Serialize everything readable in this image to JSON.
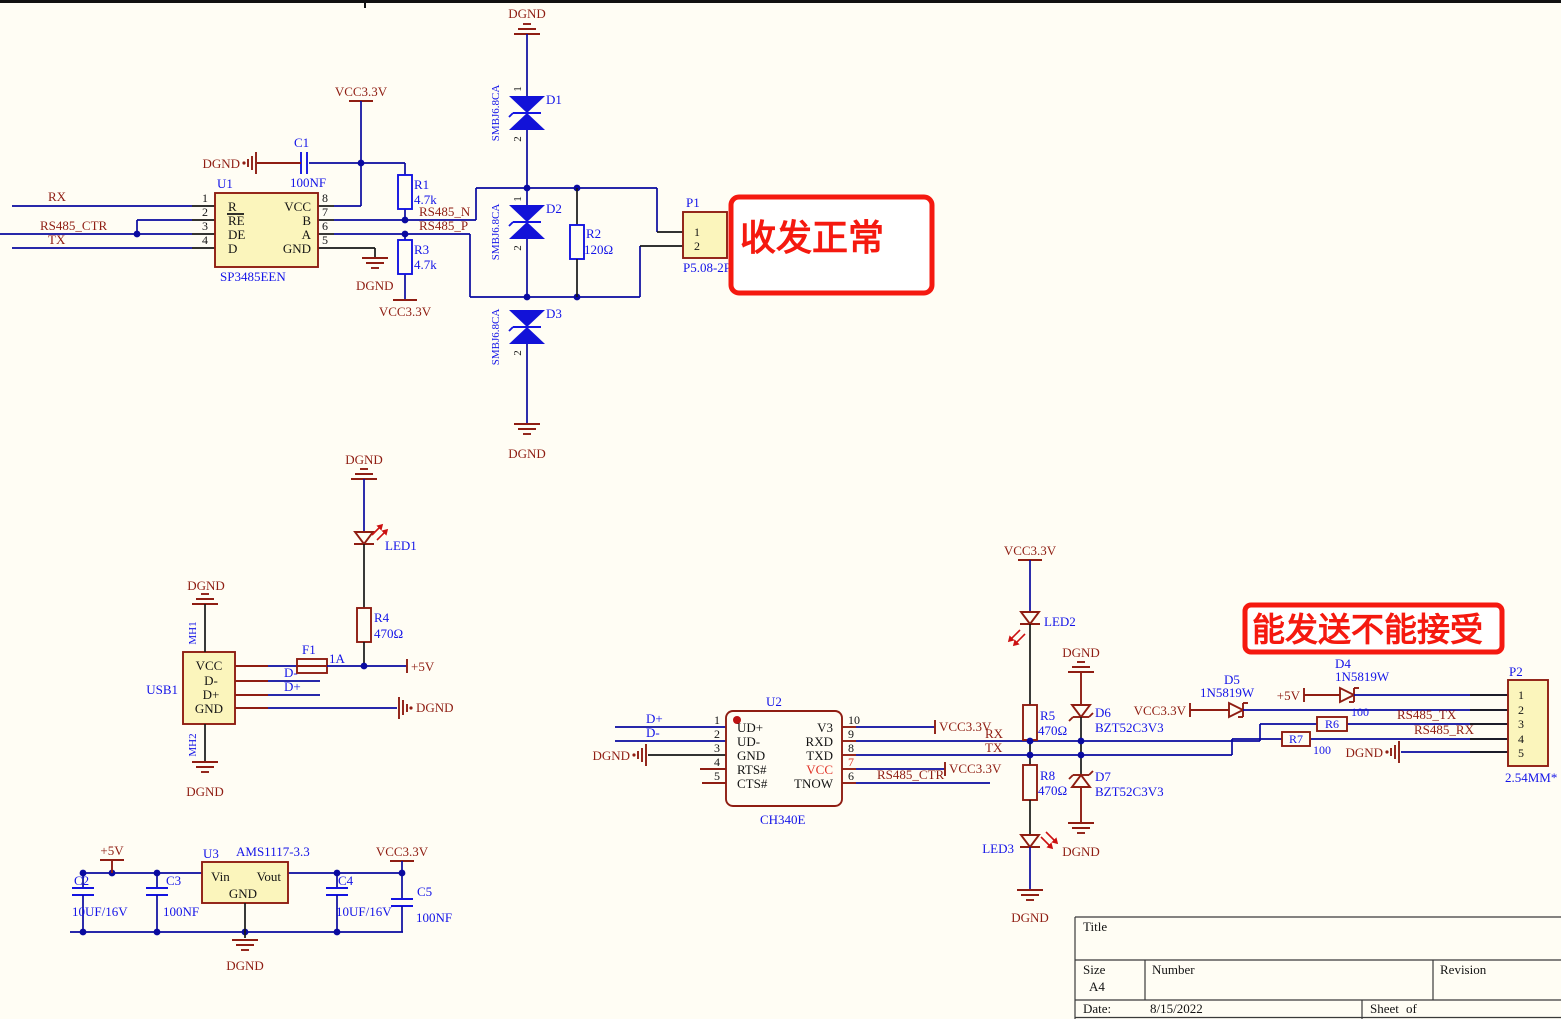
{
  "annotations": {
    "rx_ok": "收发正常",
    "tx_only": "能发送不能接受"
  },
  "nets": {
    "dgnd": "DGND",
    "vcc33": "VCC3.3V",
    "p5v": "+5V",
    "rx": "RX",
    "tx": "TX",
    "rs485_ctr": "RS485_CTR",
    "rs485_n": "RS485_N",
    "rs485_p": "RS485_P",
    "rs485_tx": "RS485_TX",
    "rs485_rx": "RS485_RX",
    "dplus": "D+",
    "dminus": "D-"
  },
  "u1": {
    "ref": "U1",
    "part": "SP3485EEN",
    "pins_left": [
      {
        "n": "1",
        "name": "R"
      },
      {
        "n": "2",
        "name": "RE"
      },
      {
        "n": "3",
        "name": "DE"
      },
      {
        "n": "4",
        "name": "D"
      }
    ],
    "pins_right": [
      {
        "n": "8",
        "name": "VCC"
      },
      {
        "n": "7",
        "name": "B"
      },
      {
        "n": "6",
        "name": "A"
      },
      {
        "n": "5",
        "name": "GND"
      }
    ]
  },
  "u2": {
    "ref": "U2",
    "part": "CH340E",
    "pins_left": [
      {
        "n": "1",
        "name": "UD+"
      },
      {
        "n": "2",
        "name": "UD-"
      },
      {
        "n": "3",
        "name": "GND"
      },
      {
        "n": "4",
        "name": "RTS#"
      },
      {
        "n": "5",
        "name": "CTS#"
      }
    ],
    "pins_right": [
      {
        "n": "10",
        "name": "V3"
      },
      {
        "n": "9",
        "name": "RXD"
      },
      {
        "n": "8",
        "name": "TXD"
      },
      {
        "n": "7",
        "name": "VCC"
      },
      {
        "n": "6",
        "name": "TNOW"
      }
    ]
  },
  "u3": {
    "ref": "U3",
    "part": "AMS1117-3.3",
    "pin_vin": "Vin",
    "pin_vout": "Vout",
    "pin_gnd": "GND"
  },
  "usb": {
    "ref": "USB1",
    "pin_vcc": "VCC",
    "pin_dm": "D-",
    "pin_dp": "D+",
    "pin_gnd": "GND",
    "mh1": "MH1",
    "mh2": "MH2"
  },
  "fuse": {
    "ref": "F1",
    "val": "1A"
  },
  "leds": {
    "led1": "LED1",
    "led2": "LED2",
    "led3": "LED3"
  },
  "resistors": {
    "r1": {
      "ref": "R1",
      "val": "4.7k"
    },
    "r2": {
      "ref": "R2",
      "val": "120Ω"
    },
    "r3": {
      "ref": "R3",
      "val": "4.7k"
    },
    "r4": {
      "ref": "R4",
      "val": "470Ω"
    },
    "r5": {
      "ref": "R5",
      "val": "470Ω"
    },
    "r6": {
      "ref": "R6",
      "val": "100"
    },
    "r7": {
      "ref": "R7",
      "val": "100"
    },
    "r8": {
      "ref": "R8",
      "val": "470Ω"
    }
  },
  "caps": {
    "c1": {
      "ref": "C1",
      "val": "100NF"
    },
    "c2": {
      "ref": "C2",
      "val": "10UF/16V"
    },
    "c3": {
      "ref": "C3",
      "val": "100NF"
    },
    "c4": {
      "ref": "C4",
      "val": "10UF/16V"
    },
    "c5": {
      "ref": "C5",
      "val": "100NF"
    }
  },
  "diodes": {
    "d1": {
      "ref": "D1",
      "val": "SMBJ6.8CA"
    },
    "d2": {
      "ref": "D2",
      "val": "SMBJ6.8CA"
    },
    "d3": {
      "ref": "D3",
      "val": "SMBJ6.8CA"
    },
    "d4": {
      "ref": "D4",
      "val": "1N5819W"
    },
    "d5": {
      "ref": "D5",
      "val": "1N5819W"
    },
    "d6": {
      "ref": "D6",
      "val": "BZT52C3V3"
    },
    "d7": {
      "ref": "D7",
      "val": "BZT52C3V3"
    },
    "pin1": "1",
    "pin2": "2"
  },
  "p1": {
    "ref": "P1",
    "val": "P5.08-2P",
    "pin1": "1",
    "pin2": "2"
  },
  "p2": {
    "ref": "P2",
    "val": "2.54MM*",
    "pins": [
      "1",
      "2",
      "3",
      "4",
      "5"
    ]
  },
  "title_block": {
    "title": "Title",
    "size": "Size",
    "size_value": "A4",
    "number": "Number",
    "revision": "Revision",
    "date": "Date:",
    "date_value": "8/15/2022",
    "sheet": "Sheet",
    "of": "of"
  }
}
